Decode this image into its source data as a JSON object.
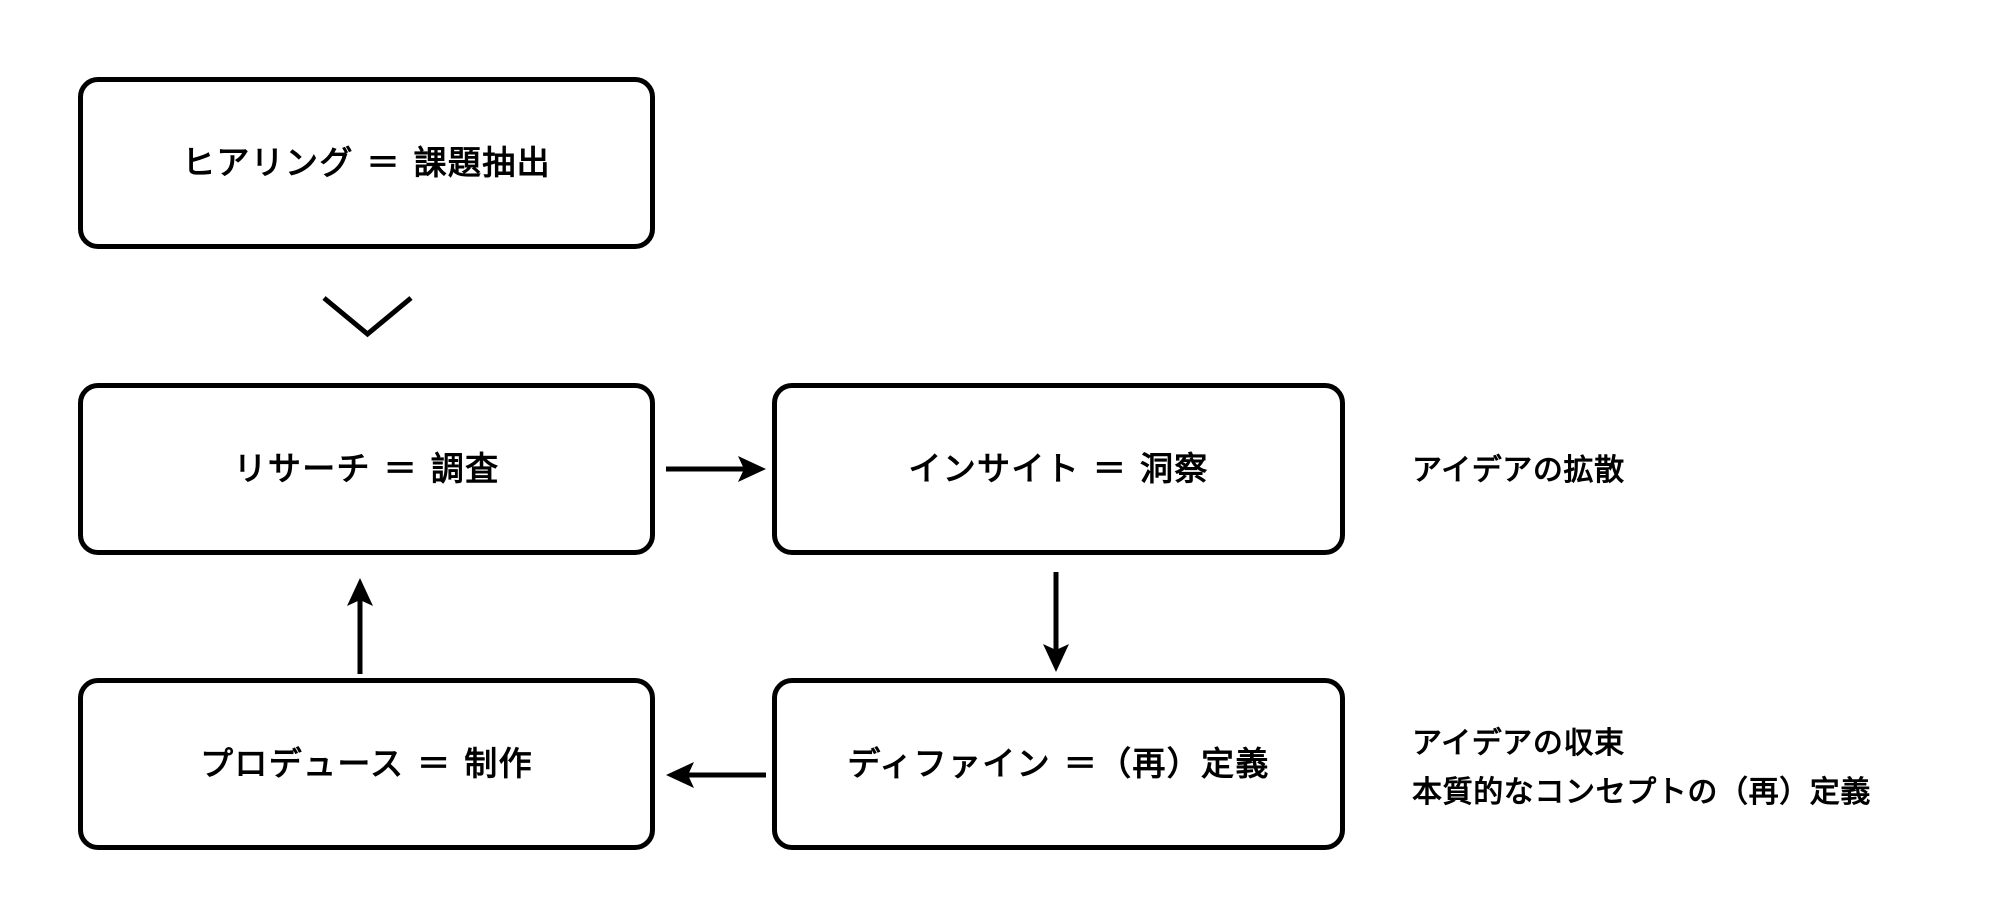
{
  "diagram": {
    "title": "design-process-flow",
    "accent_color": "#000000",
    "background_color": "#ffffff",
    "nodes": [
      {
        "id": "hearing",
        "label": "ヒアリング ＝ 課題抽出"
      },
      {
        "id": "research",
        "label": "リサーチ ＝ 調査"
      },
      {
        "id": "insight",
        "label": "インサイト ＝ 洞察"
      },
      {
        "id": "produce",
        "label": "プロデュース ＝ 制作"
      },
      {
        "id": "define",
        "label": "ディファイン ＝（再）定義"
      }
    ],
    "connectors": [
      {
        "id": "hearing-to-research",
        "icon": "chevron-down-icon",
        "from": "hearing",
        "to": "research"
      },
      {
        "id": "research-to-insight",
        "icon": "arrow-right-icon",
        "from": "research",
        "to": "insight"
      },
      {
        "id": "insight-to-define",
        "icon": "arrow-down-icon",
        "from": "insight",
        "to": "define"
      },
      {
        "id": "define-to-produce",
        "icon": "arrow-left-icon",
        "from": "define",
        "to": "produce"
      },
      {
        "id": "produce-to-research",
        "icon": "arrow-up-icon",
        "from": "produce",
        "to": "research"
      }
    ],
    "annotations": {
      "diverge": {
        "id": "idea-divergence",
        "lines": [
          "アイデアの拡散"
        ]
      },
      "converge": {
        "id": "idea-convergence",
        "lines": [
          "アイデアの収束",
          "本質的なコンセプトの（再）定義"
        ]
      }
    }
  }
}
